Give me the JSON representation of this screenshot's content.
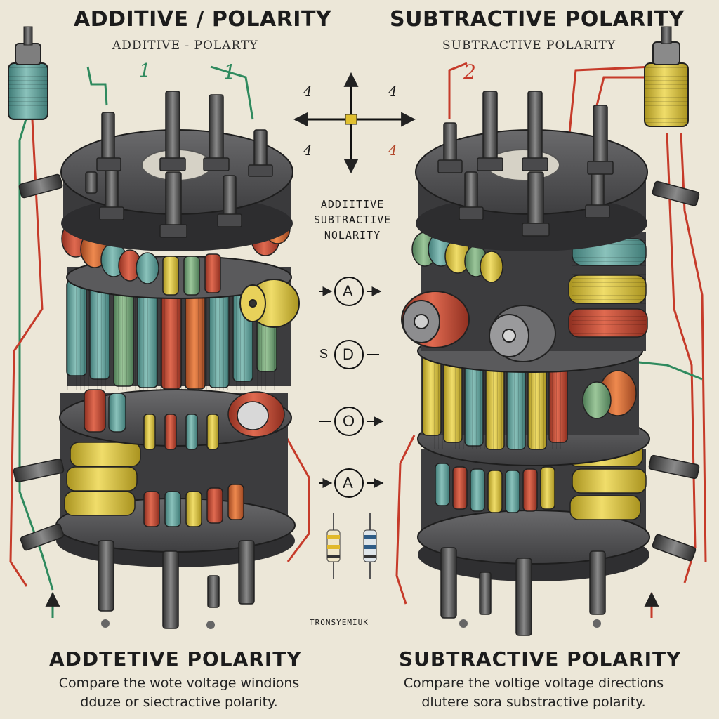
{
  "headers": {
    "left_title": "ADDITIVE / POLARITY",
    "left_subtitle": "ADDITIVE - POLARTY",
    "right_title": "SUBTRACTIVE POLARITY",
    "right_subtitle": "SUBTRACTIVE POLARITY"
  },
  "center": {
    "compass_labels": [
      "4",
      "4",
      "4",
      "4"
    ],
    "label_lines": [
      "ADDIITIVE",
      "SUBTRACTIVE",
      "NOLARITY"
    ],
    "nodes": [
      "A",
      "D",
      "O",
      "A"
    ],
    "node_side_label": "S",
    "transformer_label": "TRONSYEMIUK"
  },
  "markers": {
    "left": "1",
    "right": "2"
  },
  "footer": {
    "left_title": "ADDTETIVE POLARITY",
    "left_caption_1": "Compare the wote voltage windions",
    "left_caption_2": "dduze or siectractive polarity.",
    "right_title": "SUBTRACTIVE POLARITY",
    "right_caption_1": "Compare the voltige voltage directions",
    "right_caption_2": "dlutere sora substractive polarity."
  },
  "colors": {
    "background": "#ece7d8",
    "disk": "#4a4a4c",
    "wire_green": "#2f8a5e",
    "wire_red": "#c63b2a",
    "coil_teal": "#5f9f9a",
    "coil_yellow": "#d9c247",
    "coil_red": "#c24a33",
    "coil_orange": "#d0642f"
  }
}
